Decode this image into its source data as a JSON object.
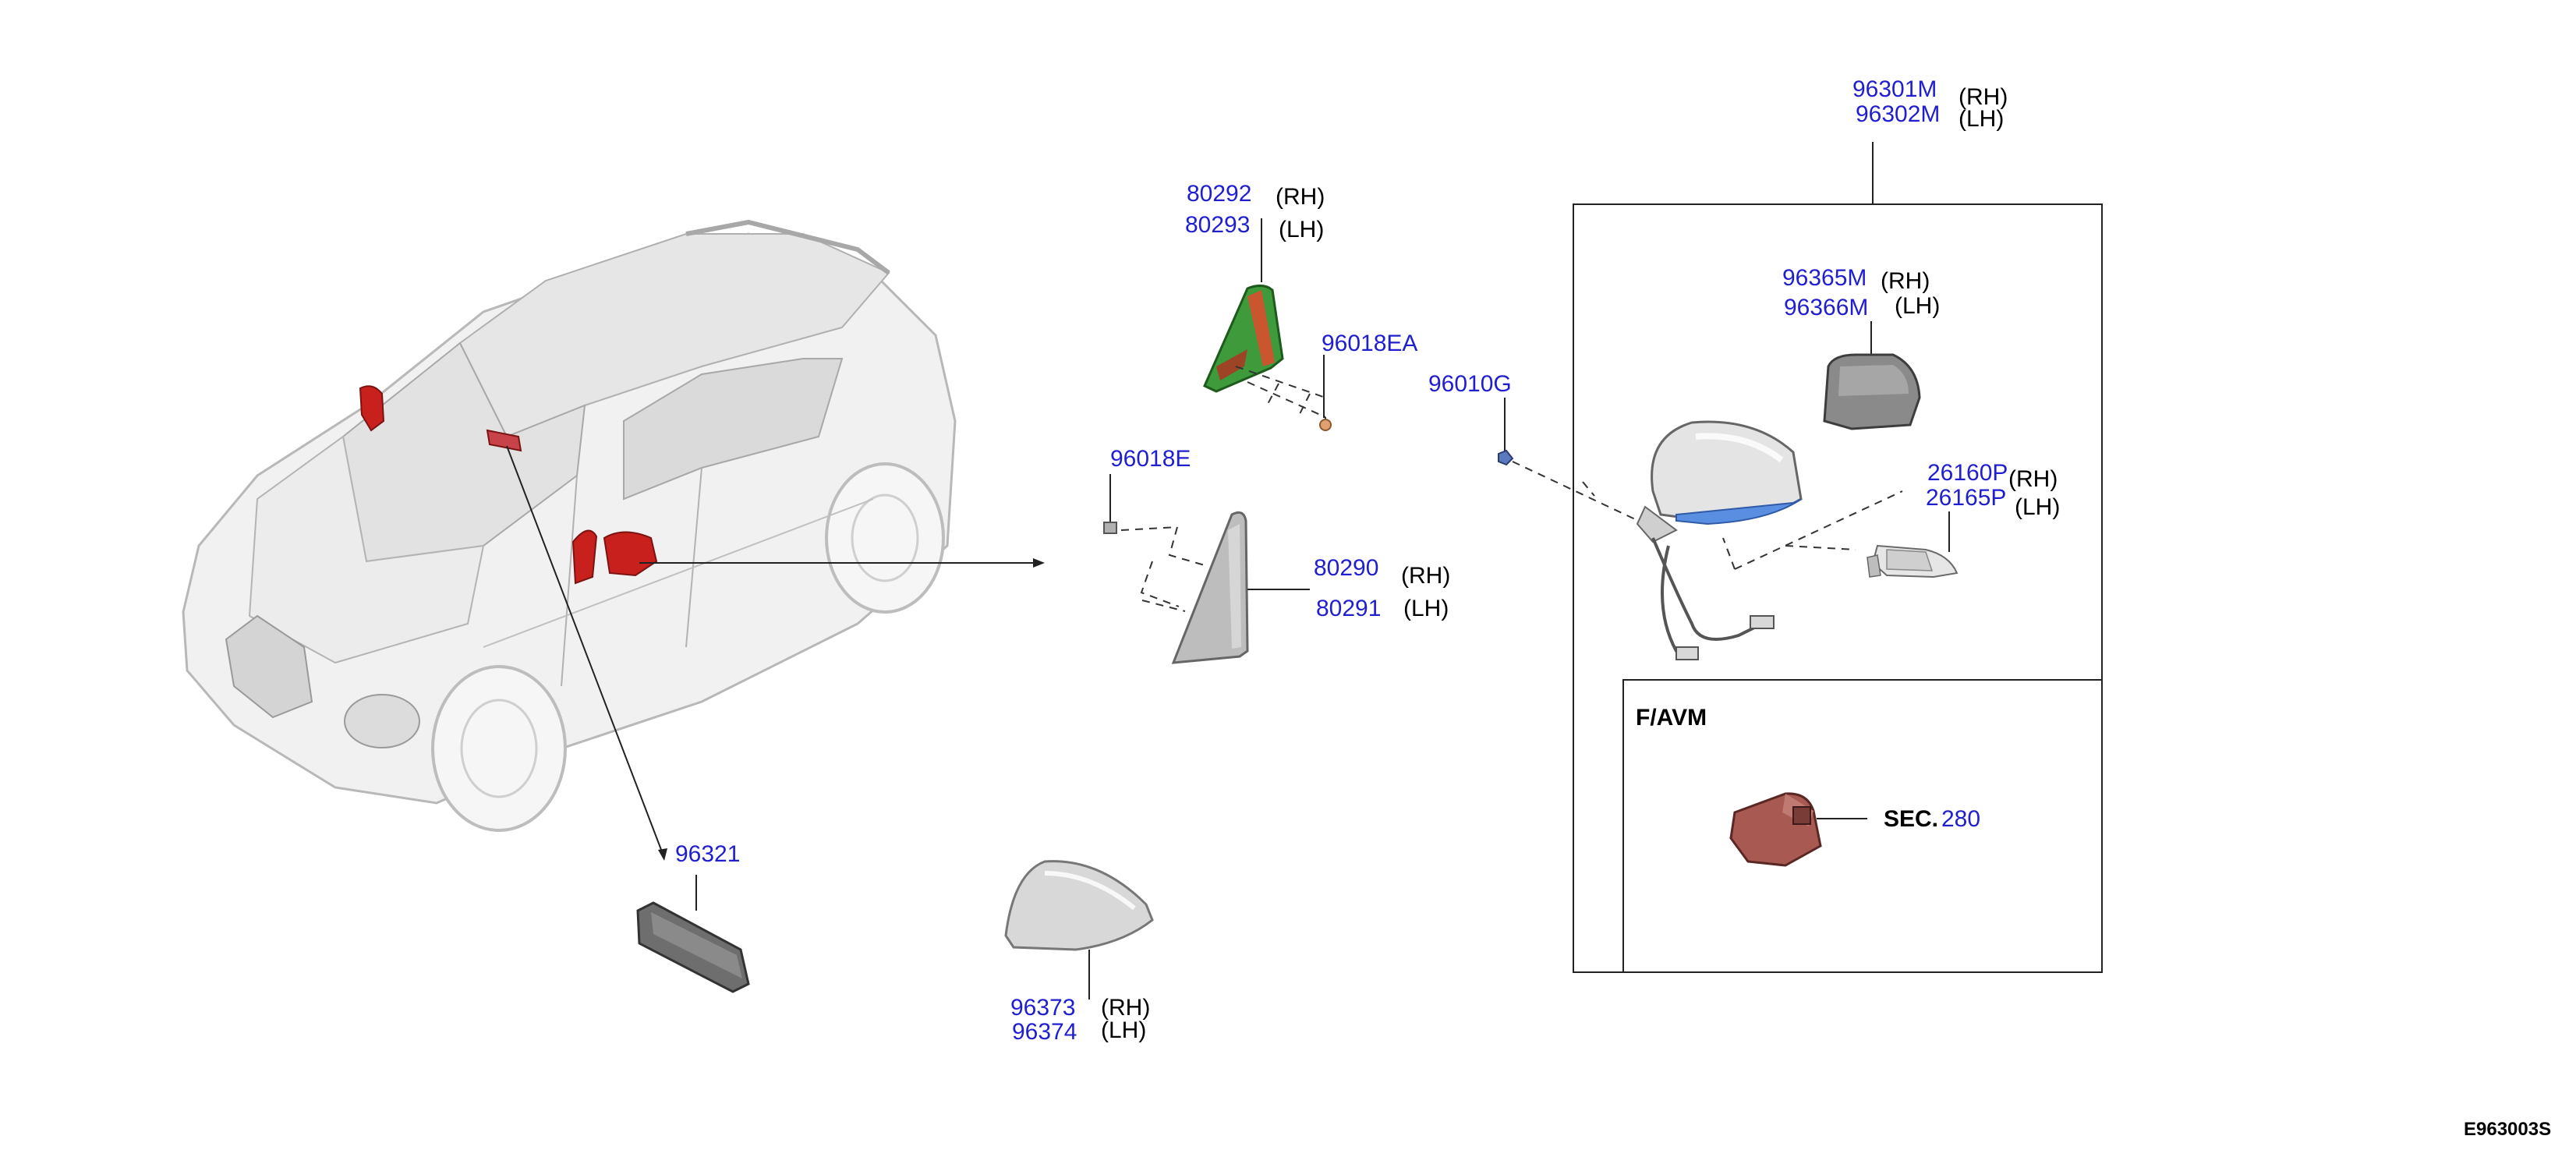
{
  "colors": {
    "part_number": "#1f1fd0",
    "highlight_red": "#c8201c",
    "highlight_green": "#3f9a3c",
    "highlight_blue": "#5a8ee0"
  },
  "parts": {
    "inner_mirror": {
      "number": "96321"
    },
    "mirror_cover": {
      "number_rh": "96373",
      "side_rh": "(RH)",
      "number_lh": "96374",
      "side_lh": "(LH)"
    },
    "tweeter_cover": {
      "number_rh": "80292",
      "side_rh": "(RH)",
      "number_lh": "80293",
      "side_lh": "(LH)"
    },
    "clip_upper": {
      "number": "96018EA"
    },
    "clip_lower": {
      "number": "96018E"
    },
    "corner_finisher": {
      "number_rh": "80290",
      "side_rh": "(RH)",
      "number_lh": "80291",
      "side_lh": "(LH)"
    },
    "screw": {
      "number": "96010G"
    },
    "door_mirror_assy": {
      "number_rh": "96301M",
      "side_rh": "(RH)",
      "number_lh": "96302M",
      "side_lh": "(LH)"
    },
    "mirror_glass": {
      "number_rh": "96365M",
      "side_rh": "(RH)",
      "number_lh": "96366M",
      "side_lh": "(LH)"
    },
    "side_turn_lamp": {
      "number_rh": "26160P",
      "side_rh": "(RH)",
      "number_lh": "26165P",
      "side_lh": "(LH)"
    }
  },
  "favm_box": {
    "title": "F/AVM",
    "sec_prefix": "SEC.",
    "sec_number": "280"
  },
  "diagram_code": "E963003S"
}
